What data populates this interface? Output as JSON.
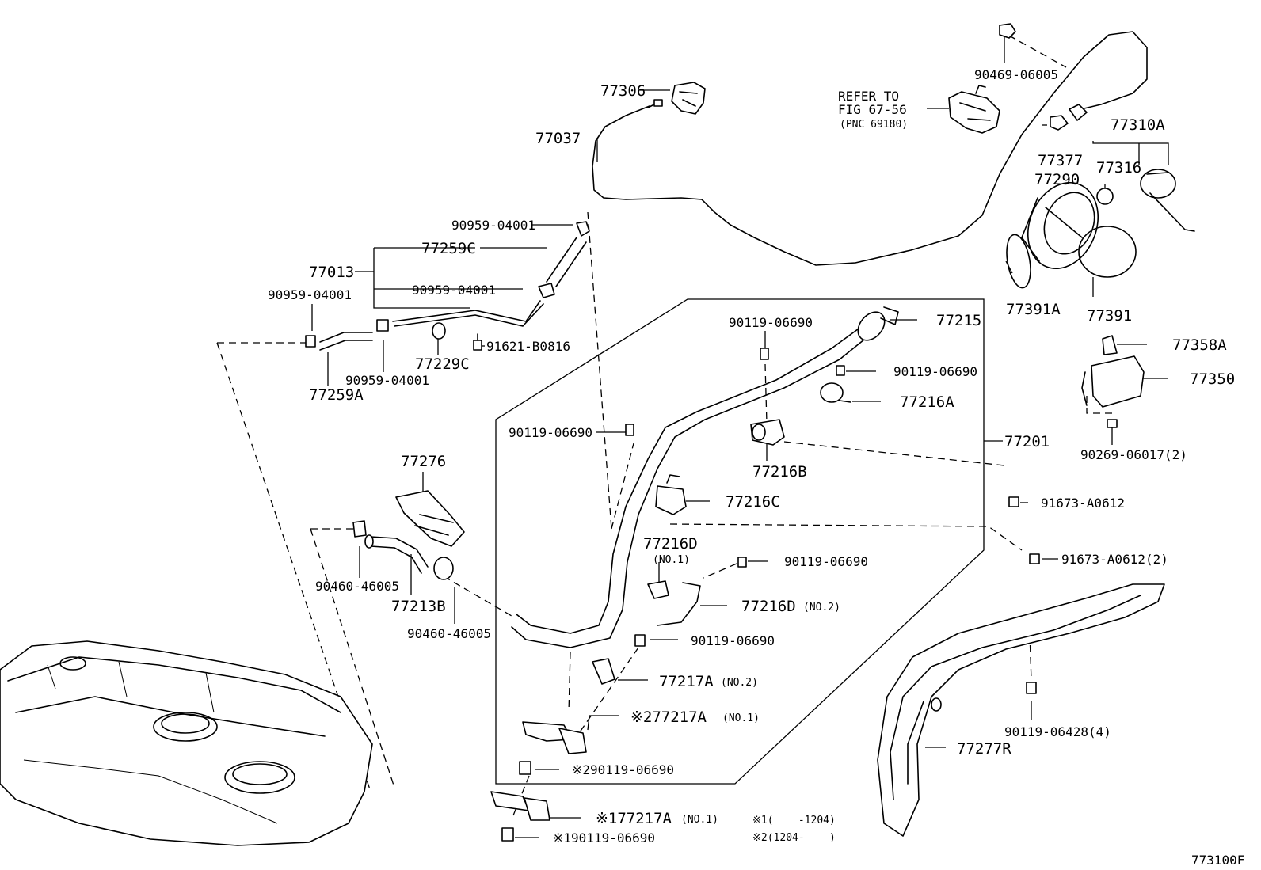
{
  "drawing_code": "773100F",
  "refer": {
    "line1": "REFER TO",
    "line2": "FIG 67-56",
    "line3": "(PNC 69180)"
  },
  "notes": {
    "note1": "※1(    -1204)",
    "note2": "※2(1204-    )"
  },
  "parts": {
    "p77306": "77306",
    "p77037": "77037",
    "p90469": "90469-06005",
    "p77310A": "77310A",
    "p77377": "77377",
    "p77316": "77316",
    "p77290": "77290",
    "p77391A": "77391A",
    "p77391": "77391",
    "p90959a": "90959-04001",
    "p77259C": "77259C",
    "p77013": "77013",
    "p90959b": "90959-04001",
    "p90959c": "90959-04001",
    "p91621": "91621-B0816",
    "p90959d": "90959-04001",
    "p77229C": "77229C",
    "p77259A": "77259A",
    "p90119a": "90119-06690",
    "p77215": "77215",
    "p90119b": "90119-06690",
    "p77216A": "77216A",
    "p77358A": "77358A",
    "p77350": "77350",
    "p90269": "90269-06017(2)",
    "p90119c": "90119-06690",
    "p77201": "77201",
    "p77216B": "77216B",
    "p77216C": "77216C",
    "p91673a": "91673-A0612",
    "p91673b": "91673-A0612(2)",
    "p77276": "77276",
    "p77216D1": "77216D",
    "p77216D1n": "(NO.1)",
    "p90119d": "90119-06690",
    "p77216D2": "77216D",
    "p77216D2n": "(NO.2)",
    "p90460a": "90460-46005",
    "p77213B": "77213B",
    "p90460b": "90460-46005",
    "p90119e": "90119-06690",
    "p77217A2": "77217A",
    "p77217A2n": "(NO.2)",
    "p77217A1b": "※277217A",
    "p77217A1bn": "(NO.1)",
    "p90119f": "※290119-06690",
    "p90119g": "90119-06428(4)",
    "p77277R": "77277R",
    "p77217A1a": "※177217A",
    "p77217A1an": "(NO.1)",
    "p90119h": "※190119-06690"
  }
}
